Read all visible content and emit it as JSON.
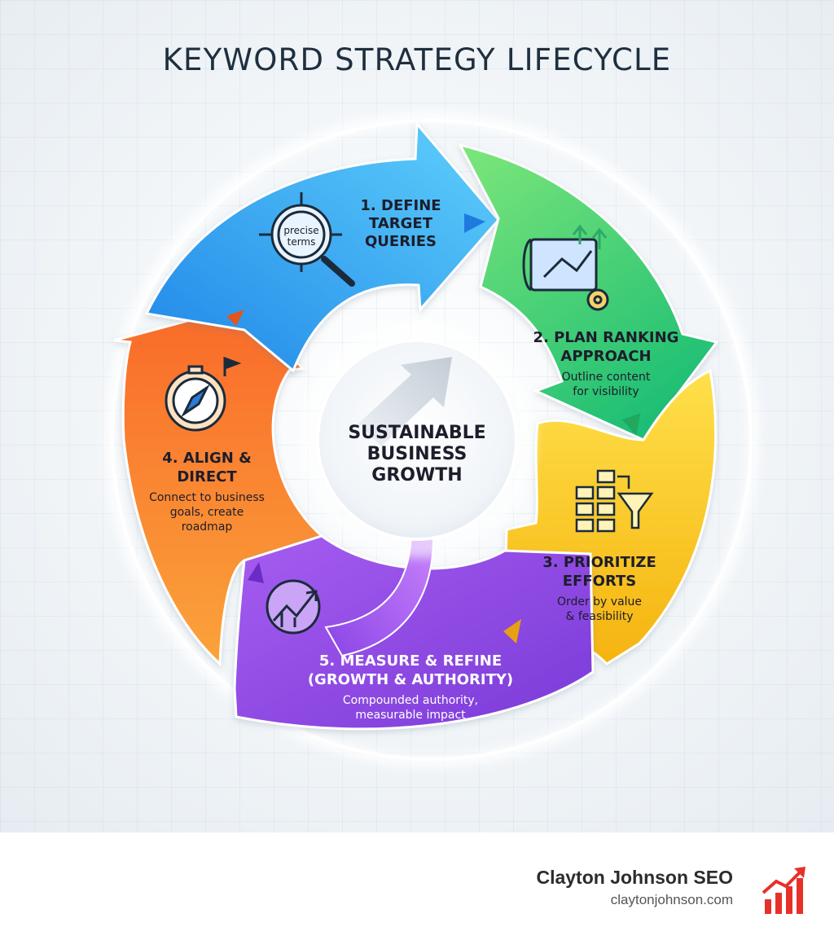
{
  "title": "KEYWORD STRATEGY LIFECYCLE",
  "center": {
    "lines": [
      "SUSTAINABLE",
      "BUSINESS",
      "GROWTH"
    ]
  },
  "stages": [
    {
      "title_lines": [
        "1. DEFINE",
        "TARGET",
        "QUERIES"
      ],
      "icon": "magnifier-target-icon",
      "icon_text_lines": [
        "precise",
        "terms"
      ],
      "color": "#2f9cf0"
    },
    {
      "title_lines": [
        "2. PLAN RANKING",
        "APPROACH"
      ],
      "desc_lines": [
        "Outline content",
        "for visibility"
      ],
      "icon": "blueprint-gear-icon",
      "color": "#3ccf7a"
    },
    {
      "title_lines": [
        "3. PRIORITIZE",
        "EFFORTS"
      ],
      "desc_lines": [
        "Order by value",
        "& feasibility"
      ],
      "icon": "grid-funnel-icon",
      "color": "#f6c21f"
    },
    {
      "title_lines": [
        "4. ALIGN &",
        "DIRECT"
      ],
      "desc_lines": [
        "Connect to business",
        "goals, create",
        "roadmap"
      ],
      "icon": "compass-flag-icon",
      "color": "#f78a2c"
    },
    {
      "title_lines": [
        "5. MEASURE & REFINE",
        "(GROWTH & AUTHORITY)"
      ],
      "desc_lines": [
        "Compounded authority,",
        "measurable impact"
      ],
      "icon": "growth-chart-icon",
      "color": "#9248e0"
    }
  ],
  "footer": {
    "brand_name": "Clayton Johnson SEO",
    "brand_url": "claytonjohnson.com",
    "logo_icon": "bar-chart-arrow-icon",
    "logo_color": "#e8302a"
  }
}
